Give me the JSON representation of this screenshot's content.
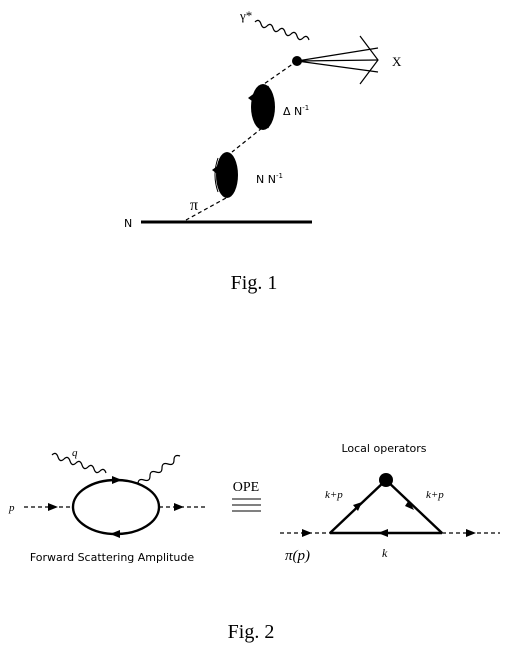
{
  "fig1": {
    "caption": "Fig. 1",
    "gamma_label": "γ*",
    "x_label": "X",
    "delta_label": "Δ N",
    "delta_sup": "-1",
    "nn_label": "N N",
    "nn_sup": "-1",
    "pi_label": "π",
    "n_label": "N"
  },
  "fig2": {
    "caption": "Fig. 2",
    "q_label": "q",
    "p_label": "p",
    "amplitude_label": "Forward Scattering Amplitude",
    "ope_label": "OPE",
    "local_ops_label": "Local operators",
    "kp_left_label": "k+p",
    "kp_right_label": "k+p",
    "k_label": "k",
    "pip_label": "π(p)"
  }
}
